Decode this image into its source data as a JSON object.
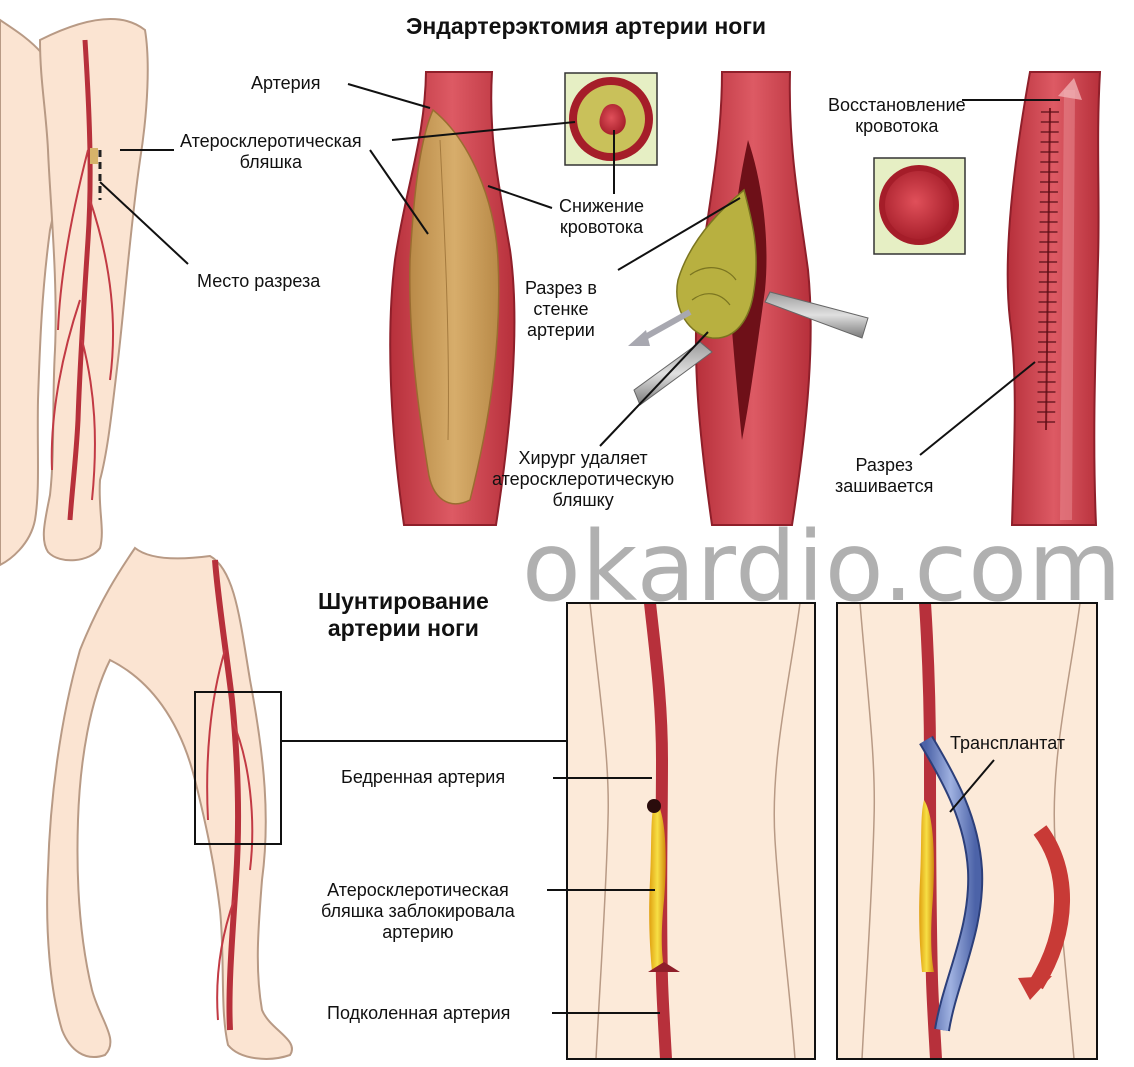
{
  "title_top": "Эндартерэктомия артерии ноги",
  "title_bottom": [
    "Шунтирование",
    "артерии ноги"
  ],
  "labels": {
    "artery": "Артерия",
    "plaque": [
      "Атеросклеротическая",
      "бляшка"
    ],
    "incision_site": "Место разреза",
    "reduced_flow": [
      "Снижение",
      "кровотока"
    ],
    "wall_incision": [
      "Разрез в",
      "стенке",
      "артерии"
    ],
    "surgeon_removes": [
      "Хирург удаляет",
      "атеросклеротическую",
      "бляшку"
    ],
    "restored_flow": [
      "Восстановление",
      "кровотока"
    ],
    "incision_sutured": [
      "Разрез",
      "зашивается"
    ],
    "femoral_artery": "Бедренная артерия",
    "plaque_blocked": [
      "Атеросклеротическая",
      "бляшка заблокировала",
      "артерию"
    ],
    "popliteal_artery": "Подколенная артерия",
    "graft": "Трансплантат"
  },
  "watermark": "okardio.com",
  "colors": {
    "artery": "#c23a44",
    "artery_dark": "#8f1f2a",
    "skin": "#fbe4d2",
    "skin_outline": "#b89a85",
    "plaque": "#c9a25e",
    "plaque_green": "#b8b040",
    "box_green": "#e6efc4",
    "graft": "#6f86c4",
    "arrow": "#c83a36"
  }
}
